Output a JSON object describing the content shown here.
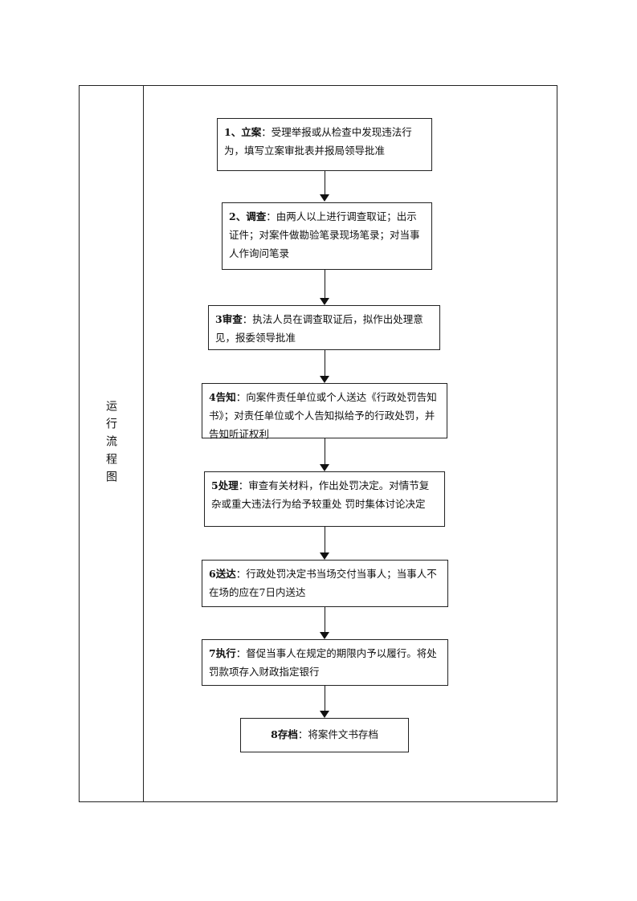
{
  "section_label": "运行流程图",
  "steps": [
    {
      "head": "1、立案",
      "body": "：受理举报或从检查中发现违法行为，填写立案审批表并报局领导批准"
    },
    {
      "head": "2、调查",
      "body": "：由两人以上进行调查取证；出示证件；对案件做勘验笔录现场笔录；对当事人作询问笔录"
    },
    {
      "head": "3审查",
      "body": "：执法人员在调查取证后，拟作出处理意见，报委领导批准"
    },
    {
      "head": "4告知",
      "body": "：向案件责任单位或个人送达《行政处罚告知书》；对责任单位或个人告知拟给予的行政处罚，并告知听证权利"
    },
    {
      "head": "5处理",
      "body": "：审查有关材料，作出处罚决定。对情节复杂或重大违法行为给予较重处 罚时集体讨论决定"
    },
    {
      "head": "6送达",
      "body": "：行政处罚决定书当场交付当事人；当事人不在场的应在7日内送达"
    },
    {
      "head": "7执行",
      "body": "：督促当事人在规定的期限内予以履行。将处罚款项存入财政指定银行"
    },
    {
      "head": "8存档",
      "body": "：将案件文书存档"
    }
  ]
}
